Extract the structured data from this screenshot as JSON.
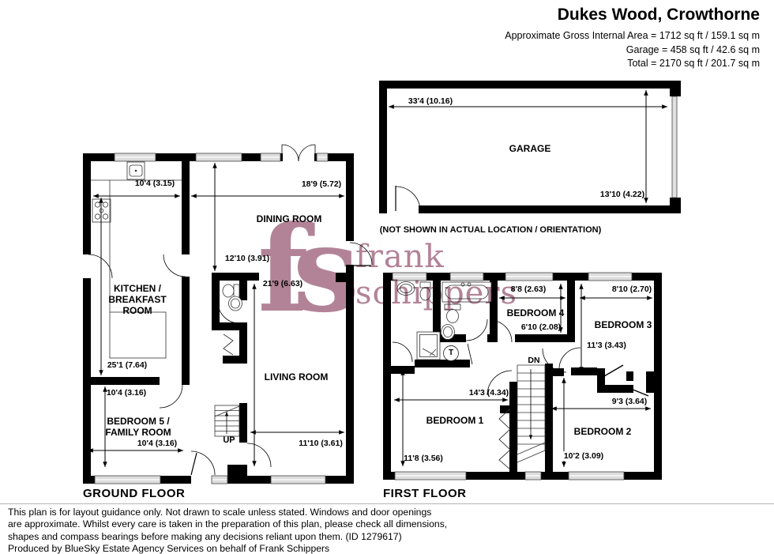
{
  "header": {
    "title": "Dukes Wood, Crowthorne",
    "area_line1": "Approximate Gross Internal Area = 1712 sq ft / 159.1 sq m",
    "area_line2": "Garage = 458 sq ft / 42.6 sq m",
    "area_line3": "Total = 2170 sq ft / 201.7 sq m"
  },
  "garage": {
    "label": "GARAGE",
    "width_dim": "33'4 (10.16)",
    "depth_dim": "13'10 (4.22)",
    "note": "(NOT SHOWN IN ACTUAL LOCATION / ORIENTATION)"
  },
  "ground_floor": {
    "title": "GROUND FLOOR",
    "kitchen_label": "KITCHEN /\nBREAKFAST\nROOM",
    "kitchen_width": "10'4 (3.15)",
    "kitchen_length": "25'1 (7.64)",
    "dining_label": "DINING ROOM",
    "dining_width": "18'9 (5.72)",
    "dining_depth": "12'10 (3.91)",
    "living_label": "LIVING ROOM",
    "living_length": "21'9 (6.63)",
    "living_width": "11'10 (3.61)",
    "bed5_label": "BEDROOM 5 /\nFAMILY ROOM",
    "bed5_depth": "10'4 (3.16)",
    "bed5_width": "10'4 (3.16)",
    "stairs_label": "UP"
  },
  "first_floor": {
    "title": "FIRST FLOOR",
    "bed1_label": "BEDROOM 1",
    "bed1_width": "14'3 (4.34)",
    "bed1_depth": "11'8 (3.56)",
    "bed2_label": "BEDROOM 2",
    "bed2_width": "9'3 (3.64)",
    "bed2_depth": "10'2 (3.09)",
    "bed3_label": "BEDROOM 3",
    "bed3_width": "8'10 (2.70)",
    "bed3_depth": "11'3 (3.43)",
    "bed4_label": "BEDROOM 4",
    "bed4_width": "8'8 (2.63)",
    "bed4_depth": "6'10 (2.08)",
    "stairs_label": "DN",
    "tank_label": "T"
  },
  "watermark": {
    "logo": "fs",
    "line1": "frank",
    "line2": "schippers",
    "color": "#b28397"
  },
  "footer": {
    "line1": "This plan is for layout guidance only. Not drawn to scale unless stated. Windows and door openings",
    "line2": "are approximate. Whilst every care is taken in the preparation of this plan, please check all dimensions,",
    "line3": "shapes and compass bearings before making any decisions reliant upon them. (ID 1279617)",
    "line4": "Produced by BlueSky Estate Agency Services on behalf of Frank Schippers"
  }
}
